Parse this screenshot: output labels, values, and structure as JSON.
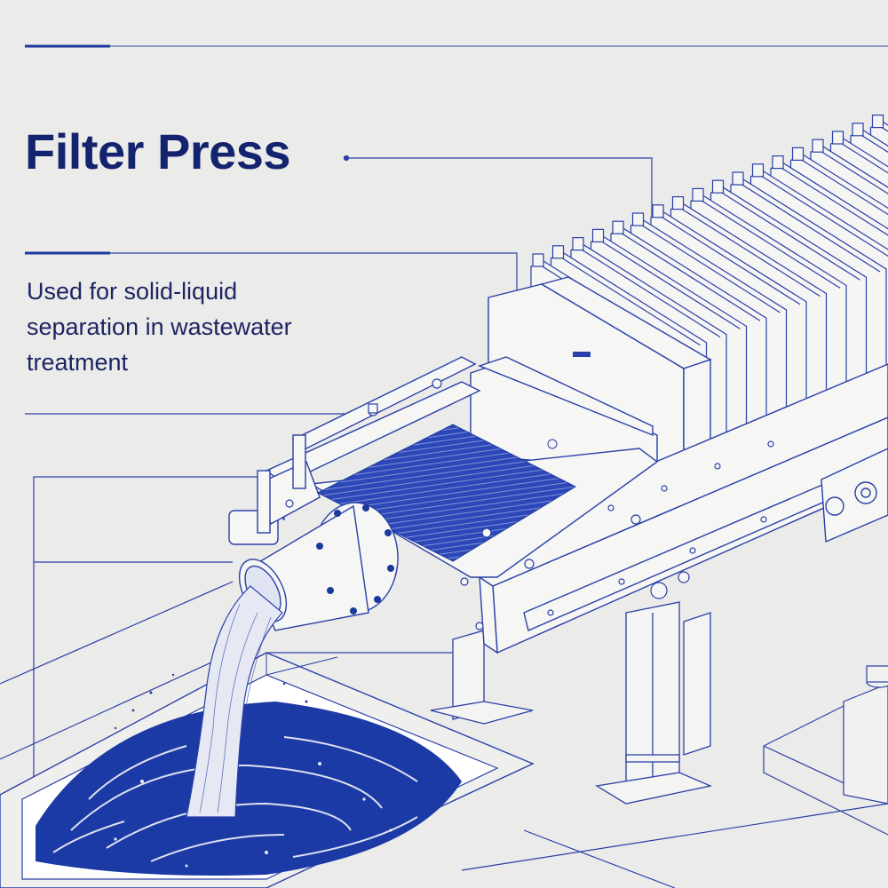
{
  "diagram": {
    "title": "Filter Press",
    "description_lines": [
      "Used for solid-liquid",
      "separation in wastewater",
      "treatment"
    ]
  },
  "colors": {
    "background": "#ebebe9",
    "line_art": "#2a3fa8",
    "accent_blue": "#1a3a9e",
    "title_text": "#14236e",
    "body_text": "#1c2463"
  },
  "icons": [
    "filter-press-illustration",
    "discharge-pipe",
    "water-stream",
    "collection-tank"
  ]
}
